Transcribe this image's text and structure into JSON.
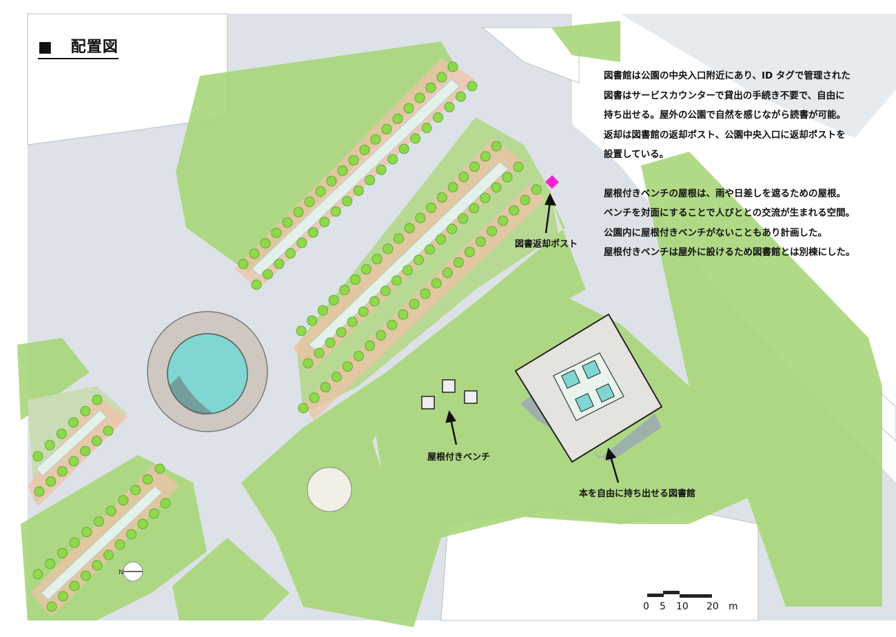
{
  "title": {
    "marker": "■",
    "text": "配置図"
  },
  "description": {
    "paragraph1": [
      "図書館は公園の中央入口附近にあり、ID タグで管理された",
      "図書はサービスカウンターで貸出の手続き不要で、自由に",
      "持ち出せる。屋外の公園で自然を感じながら読書が可能。",
      "返却は図書館の返却ポスト、公園中央入口に返却ポストを",
      "設置している。"
    ],
    "paragraph2": [
      "屋根付きベンチの屋根は、雨や日差しを遮るための屋根。",
      "ベンチを対面にすることで人びととの交流が生まれる空間。",
      "公園内に屋根付きベンチがないこともあり計画した。",
      "屋根付きベンチは屋外に設けるため図書館とは別棟にした。"
    ]
  },
  "labels": {
    "return_post": "図書返却ポスト",
    "covered_bench": "屋根付きベンチ",
    "library": "本を自由に持ち出せる図書館"
  },
  "north_arrow": "N",
  "scale_bar": {
    "ticks": [
      "0",
      "5",
      "10",
      "20"
    ],
    "unit": "m"
  },
  "colors": {
    "road": "#d9dfe5",
    "grass": "#a9d67a",
    "tree": "#8fd84a",
    "path": "#f0c2a8",
    "water": "#7fd6d2",
    "return_post": "#ff1fd4"
  }
}
